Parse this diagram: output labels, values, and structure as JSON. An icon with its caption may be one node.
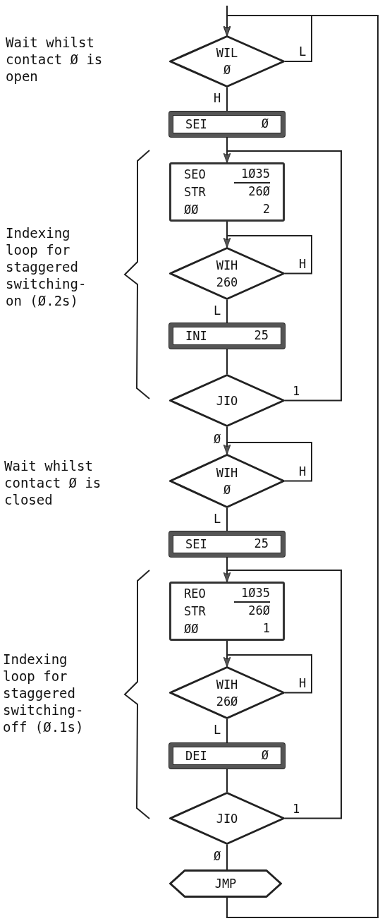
{
  "diagram": {
    "nodes": [
      {
        "text": [
          "WIL",
          "Ø"
        ]
      },
      {
        "text": [
          "SEI",
          "Ø"
        ]
      },
      {
        "text": [
          "SEO",
          "1Ø35",
          "STR",
          "26Ø",
          "ØØ",
          "2"
        ]
      },
      {
        "text": [
          "WIH",
          "260"
        ]
      },
      {
        "text": [
          "INI",
          "25"
        ]
      },
      {
        "text": [
          "JIO"
        ]
      },
      {
        "text": [
          "WIH",
          "Ø"
        ]
      },
      {
        "text": [
          "SEI",
          "25"
        ]
      },
      {
        "text": [
          "REO",
          "1Ø35",
          "STR",
          "26Ø",
          "ØØ",
          "1"
        ]
      },
      {
        "text": [
          "WIH",
          "26Ø"
        ]
      },
      {
        "text": [
          "DEI",
          "Ø"
        ]
      },
      {
        "text": [
          "JIO"
        ]
      },
      {
        "text": [
          "JMP"
        ]
      }
    ],
    "edges": [
      {
        "from": null,
        "to": 0,
        "arrow": "none"
      },
      {
        "from": 0,
        "to": 0,
        "arrow": "to",
        "label": "L"
      },
      {
        "from": 12,
        "to": 0,
        "arrow": "to"
      },
      {
        "from": 0,
        "to": 1,
        "arrow": "none",
        "label": "H"
      },
      {
        "from": 1,
        "to": 2,
        "arrow": "none"
      },
      {
        "from": 2,
        "to": 3,
        "arrow": "none"
      },
      {
        "from": 3,
        "to": 3,
        "arrow": "to",
        "label": "H"
      },
      {
        "from": 3,
        "to": 4,
        "arrow": "none",
        "label": "L"
      },
      {
        "from": 4,
        "to": 5,
        "arrow": "none"
      },
      {
        "from": 5,
        "to": 2,
        "arrow": "to",
        "label": "1"
      },
      {
        "from": 5,
        "to": 6,
        "arrow": "none",
        "label": "Ø"
      },
      {
        "from": 6,
        "to": 6,
        "arrow": "to",
        "label": "H"
      },
      {
        "from": 6,
        "to": 7,
        "arrow": "none",
        "label": "L"
      },
      {
        "from": 7,
        "to": 8,
        "arrow": "none"
      },
      {
        "from": 8,
        "to": 9,
        "arrow": "none"
      },
      {
        "from": 9,
        "to": 9,
        "arrow": "to",
        "label": "H"
      },
      {
        "from": 9,
        "to": 10,
        "arrow": "none",
        "label": "L"
      },
      {
        "from": 10,
        "to": 11,
        "arrow": "none"
      },
      {
        "from": 11,
        "to": 8,
        "arrow": "to",
        "label": "1"
      },
      {
        "from": 11,
        "to": 12,
        "arrow": "none",
        "label": "Ø"
      }
    ],
    "labels": [
      "Wait whilst contact Ø is open",
      "Indexing loop for staggered switching-on (Ø.2s)",
      "Wait whilst contact Ø is closed",
      "Indexing loop for staggered switching-off (Ø.1s)"
    ]
  }
}
